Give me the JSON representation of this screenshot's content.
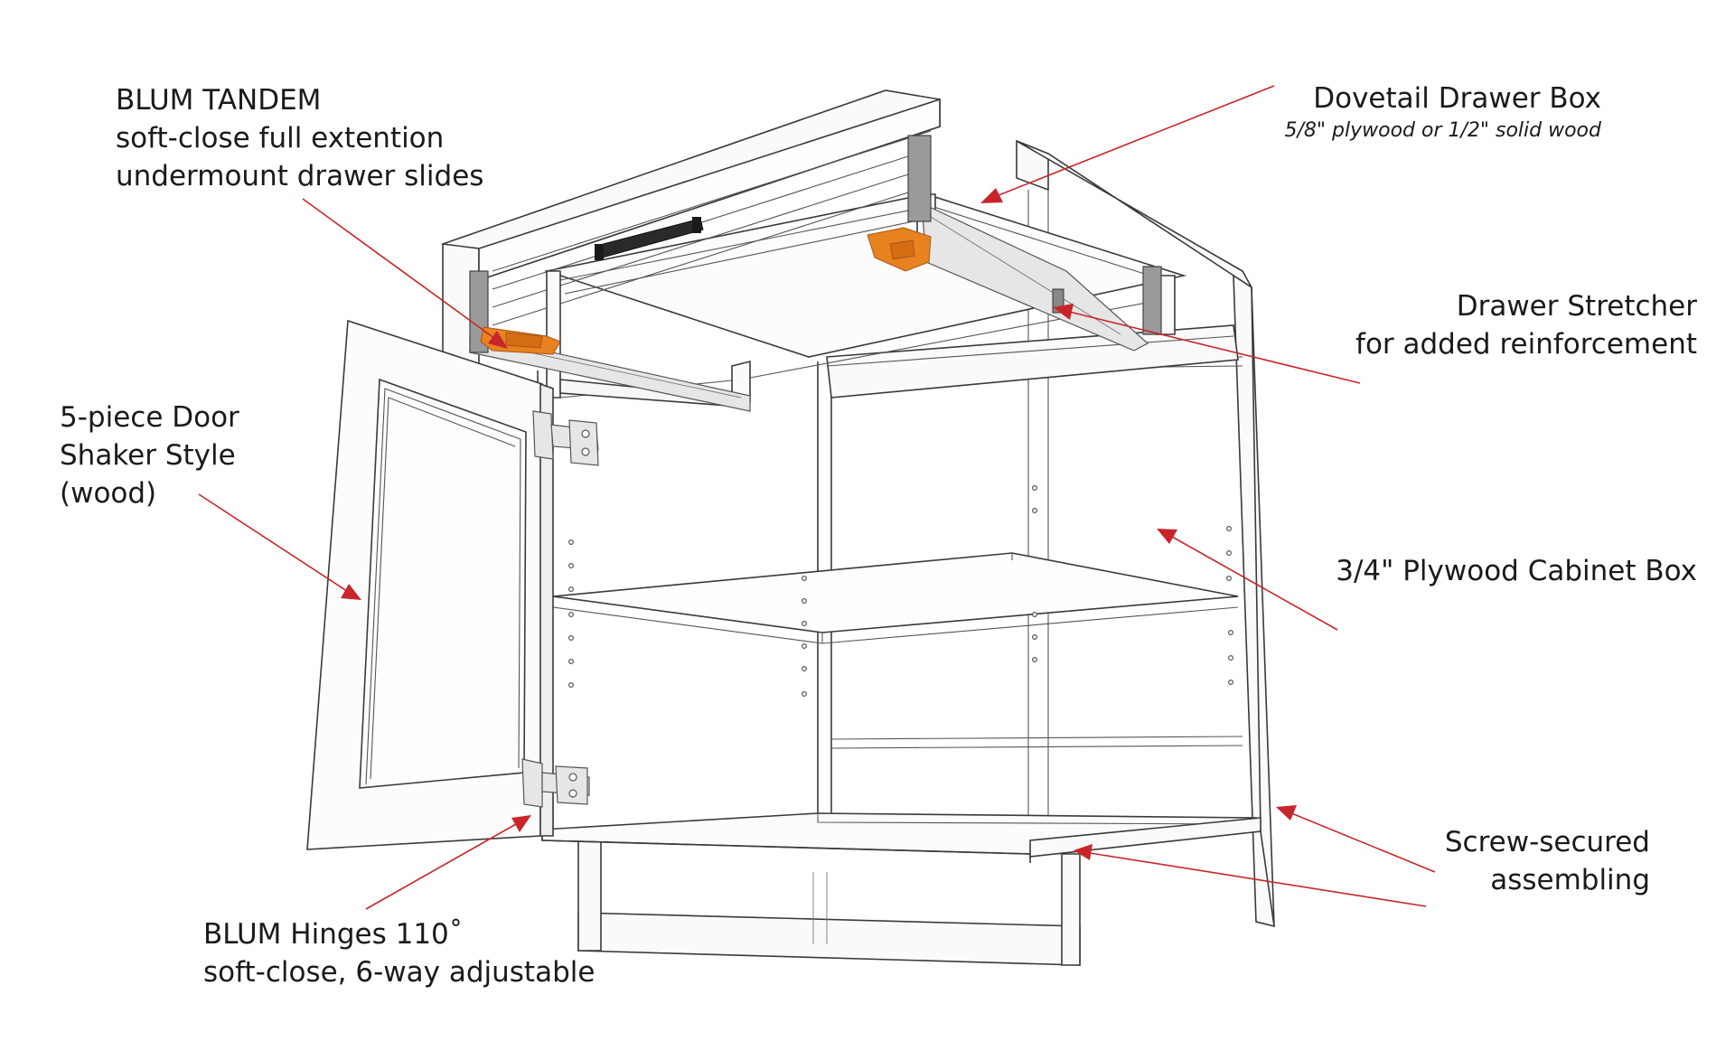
{
  "labels": {
    "drawer_slides": {
      "line1": "BLUM TANDEM",
      "line2": "soft-close full extention",
      "line3": "undermount drawer slides"
    },
    "drawer_box": {
      "title": "Dovetail Drawer Box",
      "subtitle": "5/8\" plywood or 1/2\" solid wood"
    },
    "stretcher": {
      "line1": "Drawer Stretcher",
      "line2": "for added reinforcement"
    },
    "door": {
      "line1": "5-piece Door",
      "line2": "Shaker Style",
      "line3": "(wood)"
    },
    "cabinet_box": {
      "title": "3/4\"  Plywood Cabinet Box"
    },
    "screws": {
      "line1": "Screw-secured",
      "line2": "assembling"
    },
    "hinges": {
      "line1": "BLUM Hinges 110˚",
      "line2": "soft-close, 6-way adjustable"
    }
  },
  "colors": {
    "arrow": "#c8252b",
    "slide_accent": "#e8821e",
    "outline": "#3a3a3a",
    "handle": "#2a2a2a"
  }
}
